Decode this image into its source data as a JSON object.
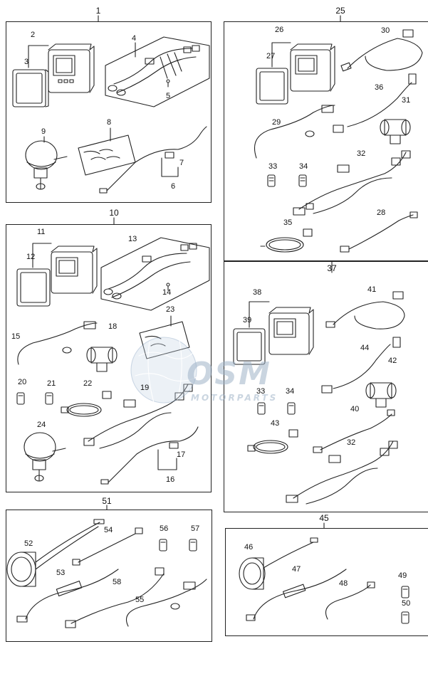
{
  "watermark": {
    "brand": "OSM",
    "tagline": "MOTORPARTS"
  },
  "groups": [
    {
      "id": "g1",
      "label": "1"
    },
    {
      "id": "g25",
      "label": "25"
    },
    {
      "id": "g10",
      "label": "10"
    },
    {
      "id": "g37",
      "label": "37"
    },
    {
      "id": "g51",
      "label": "51"
    },
    {
      "id": "g45",
      "label": "45"
    }
  ],
  "part_numbers": {
    "p2": "2",
    "p3": "3",
    "p4": "4",
    "p5": "5",
    "p6": "6",
    "p7": "7",
    "p8": "8",
    "p9": "9",
    "p11": "11",
    "p12": "12",
    "p13": "13",
    "p14": "14",
    "p15": "15",
    "p16": "16",
    "p17": "17",
    "p18": "18",
    "p19": "19",
    "p20": "20",
    "p21": "21",
    "p22": "22",
    "p23": "23",
    "p24": "24",
    "p26": "26",
    "p27": "27",
    "p28": "28",
    "p29": "29",
    "p30": "30",
    "p31": "31",
    "p32a": "32",
    "p33a": "33",
    "p34a": "34",
    "p35": "35",
    "p36": "36",
    "p38": "38",
    "p39": "39",
    "p40": "40",
    "p41": "41",
    "p42": "42",
    "p43": "43",
    "p44": "44",
    "p33b": "33",
    "p34b": "34",
    "p32b": "32",
    "p46": "46",
    "p47": "47",
    "p48": "48",
    "p49": "49",
    "p50": "50",
    "p52": "52",
    "p53": "53",
    "p54": "54",
    "p55": "55",
    "p56": "56",
    "p57": "57",
    "p58": "58"
  },
  "colors": {
    "line": "#222222",
    "watermark": "#9fb3c8",
    "globe": "#6a8db3"
  }
}
